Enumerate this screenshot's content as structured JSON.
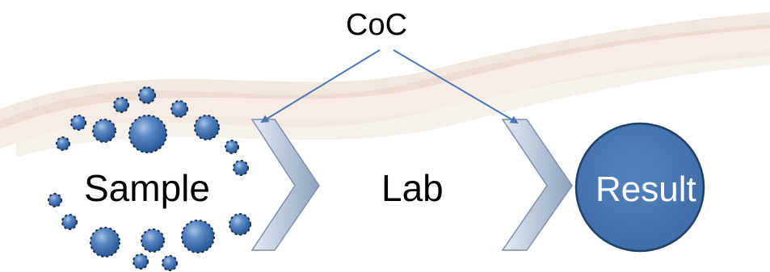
{
  "labels": {
    "top": "CoC",
    "sample": "Sample",
    "lab": "Lab",
    "result": "Result"
  },
  "colors": {
    "circle_fill": "#4a78b5",
    "circle_stroke": "#233f66",
    "chevron_fill": "#c4cfde",
    "arrow": "#4a77b4",
    "swoosh": "#d9c1ad"
  }
}
